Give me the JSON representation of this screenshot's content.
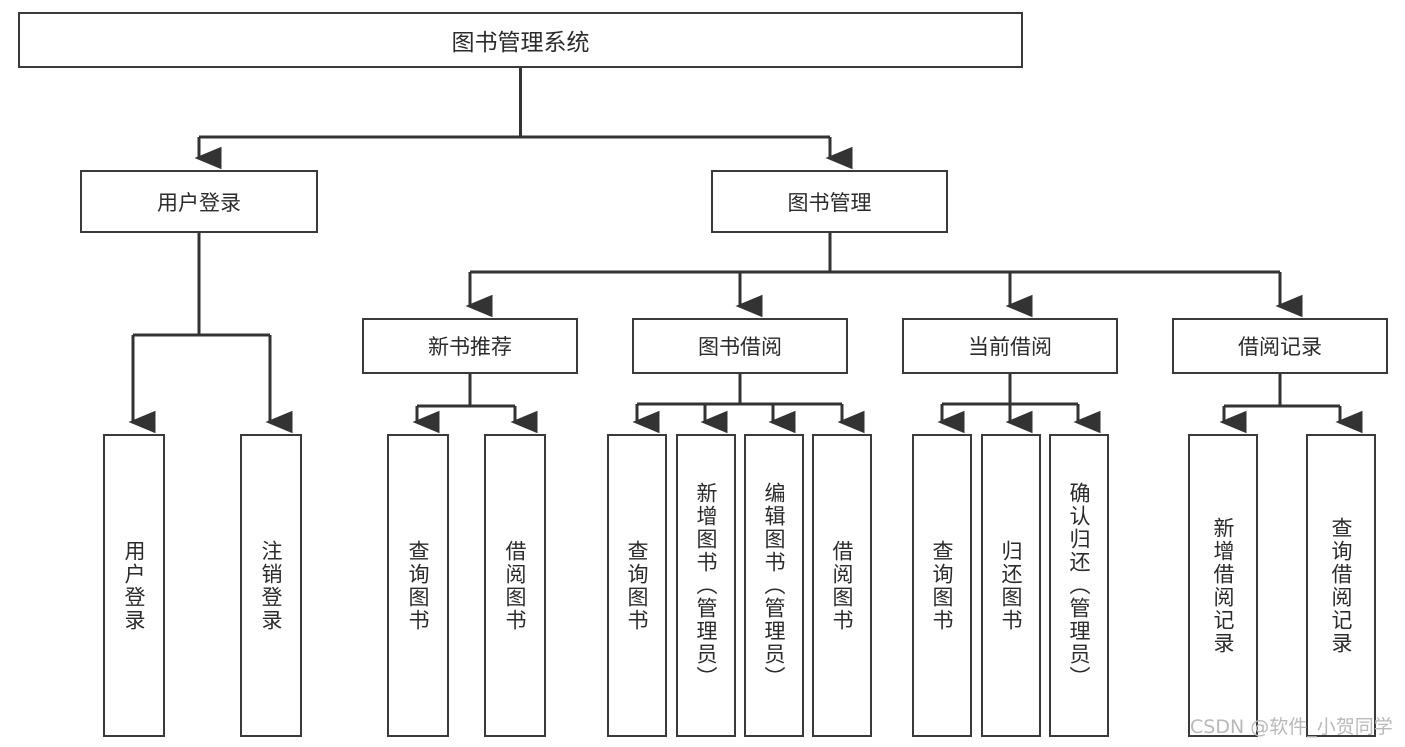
{
  "diagram": {
    "title": "图书管理系统",
    "type": "tree-hierarchy-chart",
    "root": {
      "label": "图书管理系统"
    },
    "level1": [
      {
        "label": "用户登录"
      },
      {
        "label": "图书管理"
      }
    ],
    "level2": [
      {
        "label": "新书推荐"
      },
      {
        "label": "图书借阅"
      },
      {
        "label": "当前借阅"
      },
      {
        "label": "借阅记录"
      }
    ],
    "leaves": {
      "user_login": [
        {
          "label": "用户登录"
        },
        {
          "label": "注销登录"
        }
      ],
      "new_book_recommend": [
        {
          "label": "查询图书"
        },
        {
          "label": "借阅图书"
        }
      ],
      "book_borrow": [
        {
          "label": "查询图书"
        },
        {
          "label": "新增图书（管理员）"
        },
        {
          "label": "编辑图书（管理员）"
        },
        {
          "label": "借阅图书"
        }
      ],
      "current_borrow": [
        {
          "label": "查询图书"
        },
        {
          "label": "归还图书"
        },
        {
          "label": "确认归还（管理员）"
        }
      ],
      "borrow_record": [
        {
          "label": "新增借阅记录"
        },
        {
          "label": "查询借阅记录"
        }
      ]
    }
  },
  "watermark": {
    "text": "CSDN @软件_小贺同学"
  },
  "colors": {
    "border": "#3a3a3a",
    "text": "#2b2b2b",
    "background": "#ffffff",
    "connector": "#333333",
    "watermark": "#b9b9b9"
  }
}
